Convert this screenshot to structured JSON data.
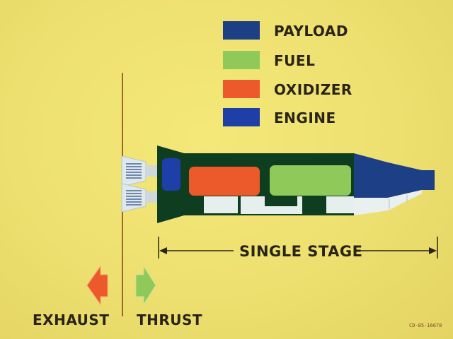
{
  "legend": {
    "items": [
      {
        "label": "PAYLOAD",
        "color": "#1d3f86"
      },
      {
        "label": "FUEL",
        "color": "#8fc95a"
      },
      {
        "label": "OXIDIZER",
        "color": "#ec5a2c"
      },
      {
        "label": "ENGINE",
        "color": "#1e3fa8"
      }
    ]
  },
  "stage_label": "SINGLE STAGE",
  "exhaust_label": "EXHAUST",
  "thrust_label": "THRUST",
  "figure_code": "CD-85-16678",
  "colors": {
    "background": "#efe372",
    "rocket_body": "#0f3d1f",
    "line": "#8a3a1a",
    "text": "#2a2418",
    "nozzle": "#dfe8ea"
  }
}
